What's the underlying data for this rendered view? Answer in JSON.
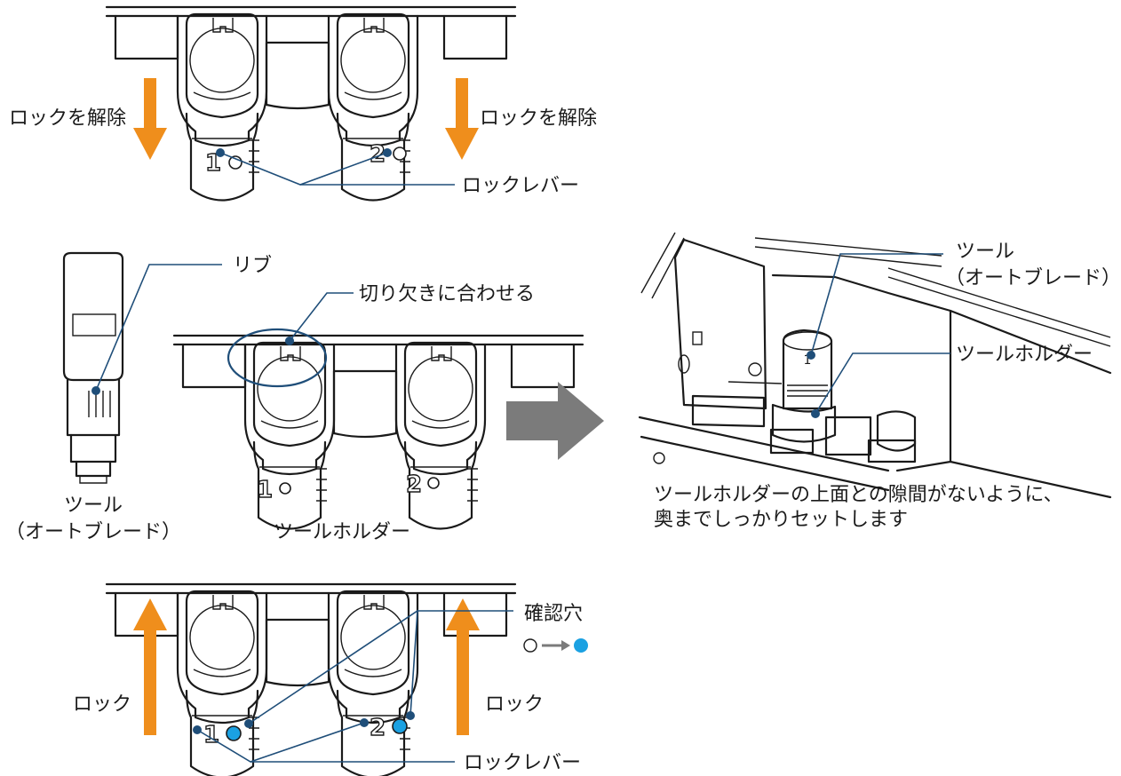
{
  "labels": {
    "top_unlock_left": "ロックを解除",
    "top_unlock_right": "ロックを解除",
    "top_lock_lever": "ロックレバー",
    "rib": "リブ",
    "align_notch": "切り欠きに合わせる",
    "tool_line1": "ツール",
    "tool_line2": "（オートブレード）",
    "tool_holder": "ツールホルダー",
    "photo_tool_line1": "ツール",
    "photo_tool_line2": "（オートブレード）",
    "photo_tool_holder": "ツールホルダー",
    "caption_line1": "ツールホルダーの上面との隙間がないように、",
    "caption_line2": "奥までしっかりセットします",
    "confirm_hole": "確認穴",
    "bottom_lock_left": "ロック",
    "bottom_lock_right": "ロック",
    "bottom_lock_lever": "ロックレバー",
    "holder_number_1": "1",
    "holder_number_2": "2"
  },
  "colors": {
    "arrow_orange": "#ef8e1c",
    "arrow_gray": "#7b7b7b",
    "leader_navy": "#1f4e79",
    "hole_blue": "#1ba1e2"
  },
  "icons": {
    "lock_direction": "arrow-up-icon",
    "unlock_direction": "arrow-down-icon",
    "next_step": "arrow-right-icon",
    "hole_before": "empty-circle-icon",
    "hole_after": "filled-circle-icon"
  }
}
